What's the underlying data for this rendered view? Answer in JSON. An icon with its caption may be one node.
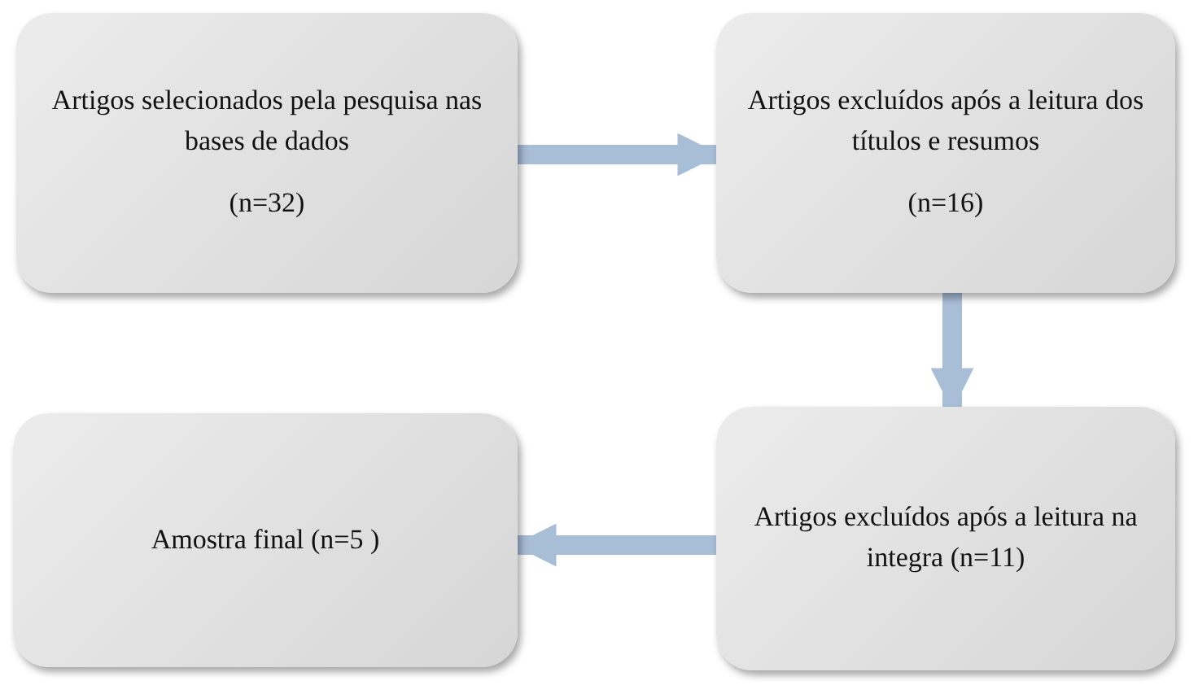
{
  "diagram": {
    "nodes": [
      {
        "text": [
          "Artigos selecionados pela pesquisa nas bases de dados",
          "(n=32)"
        ]
      },
      {
        "text": [
          "Artigos excluídos após a leitura dos títulos e resumos",
          "(n=16)"
        ]
      },
      {
        "text": [
          "Artigos excluídos após a leitura na integra (n=11)"
        ]
      },
      {
        "text": [
          "Amostra final (n=5 )"
        ]
      }
    ],
    "edges": [
      {
        "from": 0,
        "to": 1,
        "arrow": "to"
      },
      {
        "from": 1,
        "to": 2,
        "arrow": "to"
      },
      {
        "from": 2,
        "to": 3,
        "arrow": "to"
      }
    ]
  }
}
